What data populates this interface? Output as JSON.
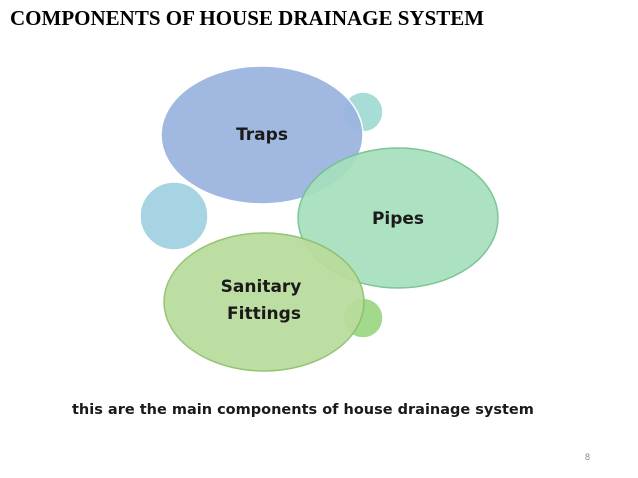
{
  "slide": {
    "title": "COMPONENTS OF HOUSE DRAINAGE SYSTEM",
    "caption": "this are the main components of house drainage system",
    "page_number": "8"
  },
  "diagram": {
    "nodes": [
      {
        "id": "traps",
        "lines": [
          "Traps"
        ],
        "fill": "#9cb6e0",
        "stroke": "#ffffff"
      },
      {
        "id": "pipes",
        "lines": [
          "Pipes"
        ],
        "fill": "#a6e0bd",
        "stroke": "#73c08f"
      },
      {
        "id": "sanitary-fittings",
        "lines": [
          "Sanitary",
          "Fittings"
        ],
        "fill": "#b8dc9c",
        "stroke": "#8bbf6a"
      }
    ],
    "accent_circles": [
      {
        "id": "teal",
        "fill": "#a7ddd6"
      },
      {
        "id": "blue",
        "fill": "#a6d4e2"
      },
      {
        "id": "green",
        "fill": "#a2d98b"
      }
    ]
  }
}
